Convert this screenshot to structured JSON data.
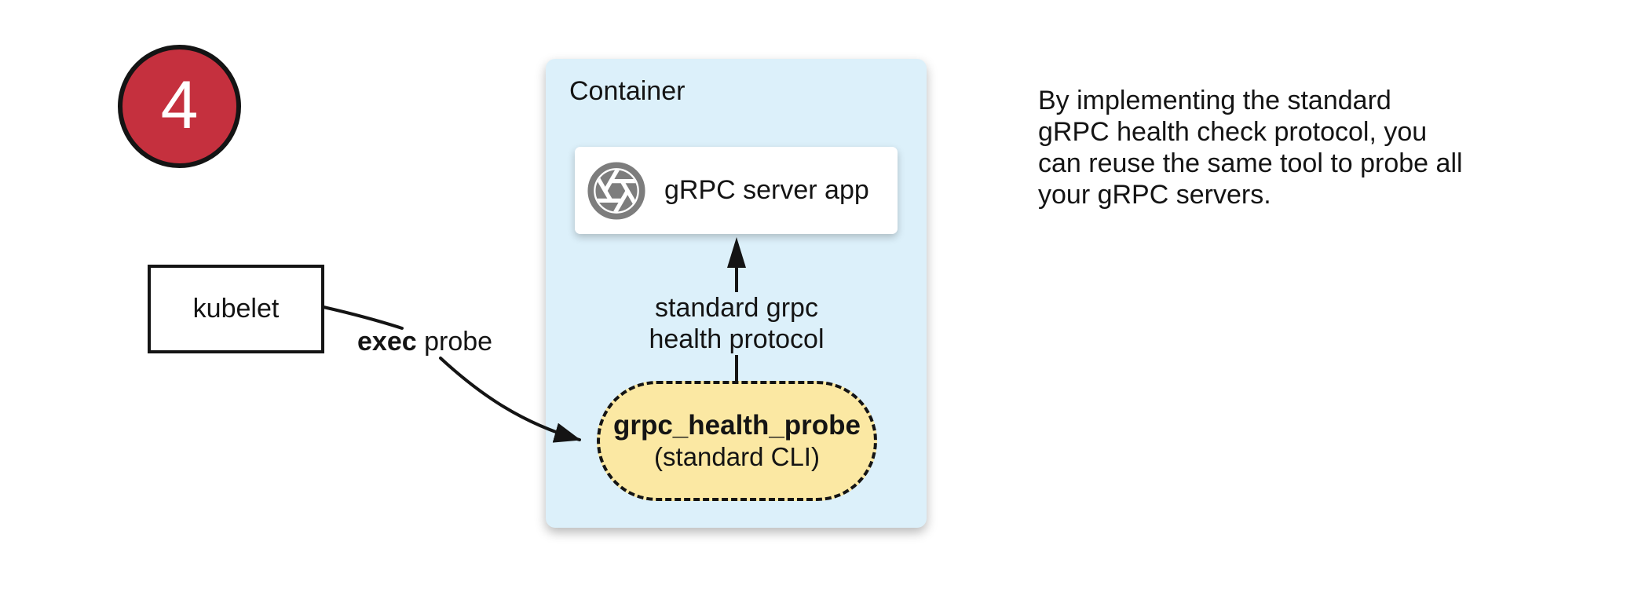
{
  "step_badge": {
    "number": "4",
    "color": "#c5303e"
  },
  "kubelet_box": {
    "label": "kubelet"
  },
  "exec_probe_label": {
    "bold": "exec",
    "regular": " probe"
  },
  "container": {
    "title": "Container",
    "bg_color": "#dcf0fa",
    "server_box": {
      "icon": "aperture-icon",
      "icon_color": "#7d7d7d",
      "label": "gRPC server app"
    },
    "protocol_label": {
      "line1": "standard grpc",
      "line2": "health protocol"
    },
    "probe_pill": {
      "title": "grpc_health_probe",
      "subtitle": "(standard CLI)",
      "bg_color": "#fbe8a3"
    }
  },
  "note": {
    "lines": [
      "By implementing the standard",
      "gRPC health check protocol, you",
      "can reuse the same tool to probe all",
      "your gRPC servers."
    ]
  }
}
